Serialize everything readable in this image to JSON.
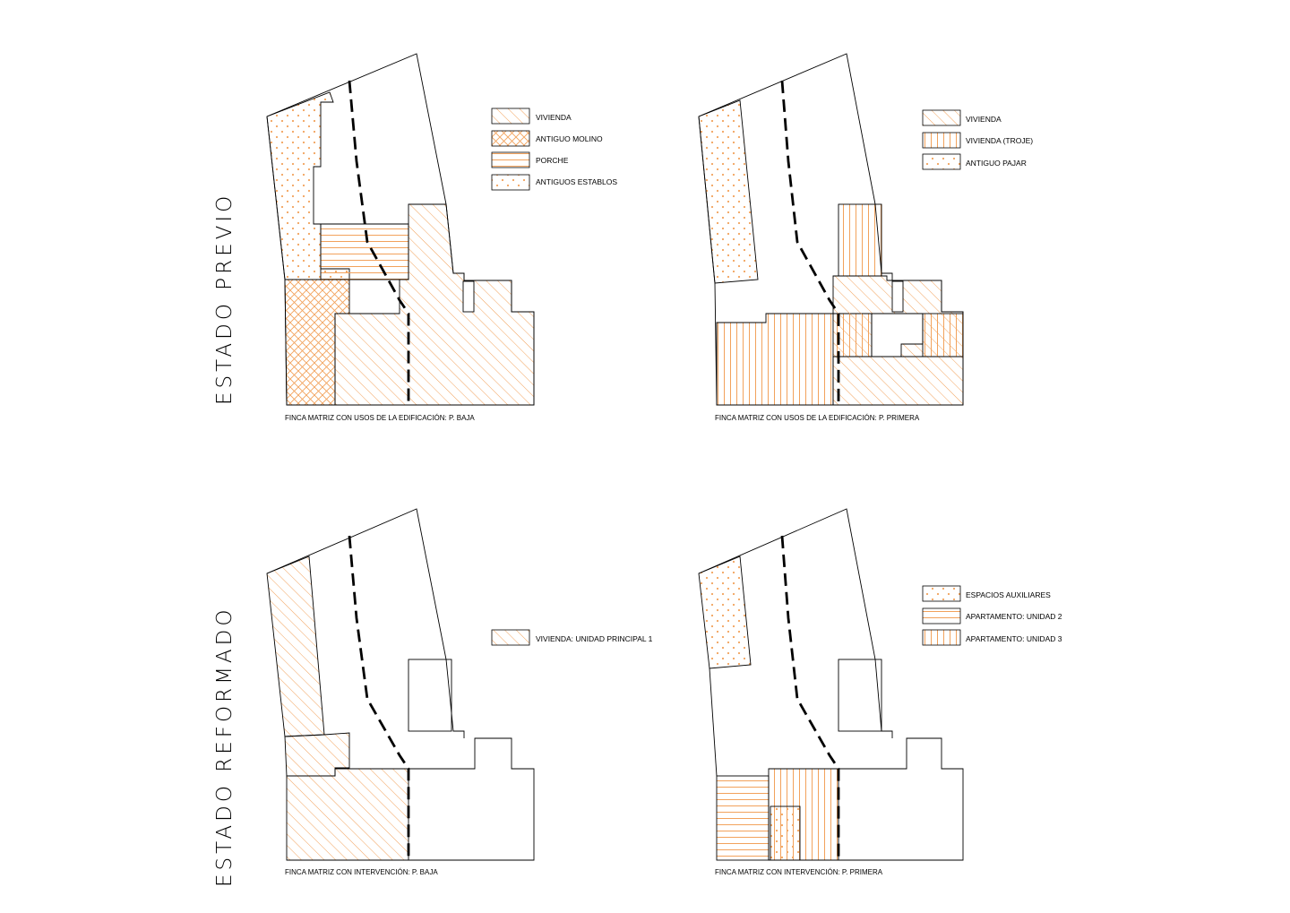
{
  "section_labels": {
    "previous": "ESTADO  PREVIO",
    "reformed": "ESTADO  REFORMADO"
  },
  "hatch_colors": {
    "orange": "#f2a25c"
  },
  "panels": {
    "tl": {
      "caption": "FINCA MATRIZ CON USOS DE LA EDIFICACIÓN: P. BAJA",
      "legend": [
        "VIVIENDA",
        "ANTIGUO MOLINO",
        "PORCHE",
        "ANTIGUOS ESTABLOS"
      ]
    },
    "tr": {
      "caption": "FINCA MATRIZ CON USOS DE LA EDIFICACIÓN: P. PRIMERA",
      "legend": [
        "VIVIENDA",
        "VIVIENDA (TROJE)",
        "ANTIGUO PAJAR"
      ]
    },
    "bl": {
      "caption": "FINCA MATRIZ CON INTERVENCIÓN: P. BAJA",
      "legend": [
        "VIVIENDA: UNIDAD PRINCIPAL 1"
      ]
    },
    "br": {
      "caption": "FINCA MATRIZ CON INTERVENCIÓN: P. PRIMERA",
      "legend": [
        "ESPACIOS AUXILIARES",
        "APARTAMENTO: UNIDAD 2",
        "APARTAMENTO: UNIDAD 3"
      ]
    }
  }
}
